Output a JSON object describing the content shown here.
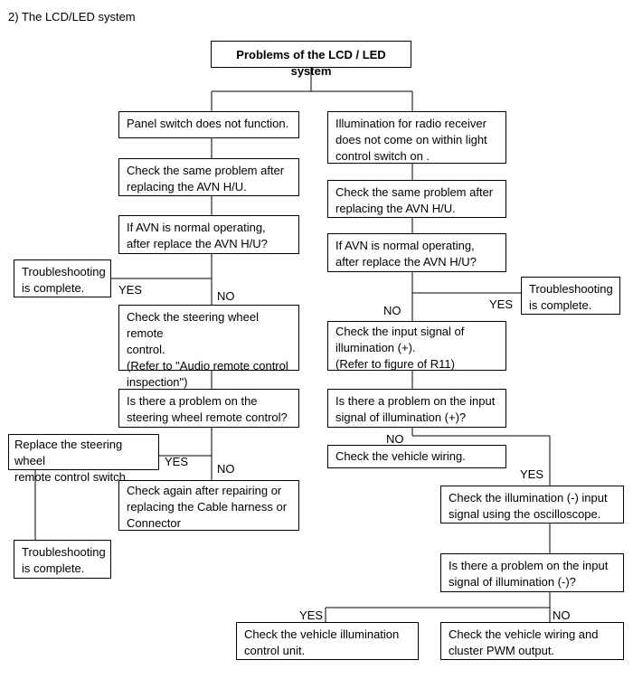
{
  "heading": "2) The LCD/LED system",
  "boxes": {
    "root": "Problems of the LCD / LED system",
    "l1": "Panel  switch does not function.",
    "l2": "Check the same problem after\nreplacing the AVN H/U.",
    "l3": "If AVN is normal operating,\nafter replace the AVN H/U?",
    "l_done1": "Troubleshooting\nis complete.",
    "l4": "Check the steering wheel remote\ncontrol.\n(Refer to \"Audio remote control\ninspection\")",
    "l5": "Is there a problem on the\nsteering wheel remote control?",
    "l_replace": "Replace the steering wheel\nremote control switch.",
    "l6": "Check again after repairing or\nreplacing the Cable harness or\nConnector",
    "l_done2": "Troubleshooting\nis complete.",
    "r1": "Illumination for radio receiver\ndoes not come on within light\ncontrol switch on .",
    "r2": "Check the same problem after\nreplacing the AVN H/U.",
    "r3": "If AVN is normal operating,\nafter replace the AVN H/U?",
    "r_done": "Troubleshooting\nis complete.",
    "r4": "Check the input signal of\nillumination (+).\n(Refer to figure of R11)",
    "r5": "Is there a problem on the input\nsignal of illumination (+)?",
    "r_wiring": "Check the vehicle wiring.",
    "r6": "Check the illumination (-) input\nsignal using the oscilloscope.",
    "r7": "Is there a problem on the input\nsignal of illumination (-)?",
    "r_unit": "Check the vehicle illumination\ncontrol unit.",
    "r_pwm": "Check the vehicle wiring and\ncluster PWM output."
  },
  "labels": {
    "l_yes1": "YES",
    "l_no1": "NO",
    "l_yes2": "YES",
    "l_no2": "NO",
    "r_no1": "NO",
    "r_yes1": "YES",
    "r_no2": "NO",
    "r_yes2": "YES",
    "r_yes3": "YES",
    "r_no3": "NO"
  }
}
